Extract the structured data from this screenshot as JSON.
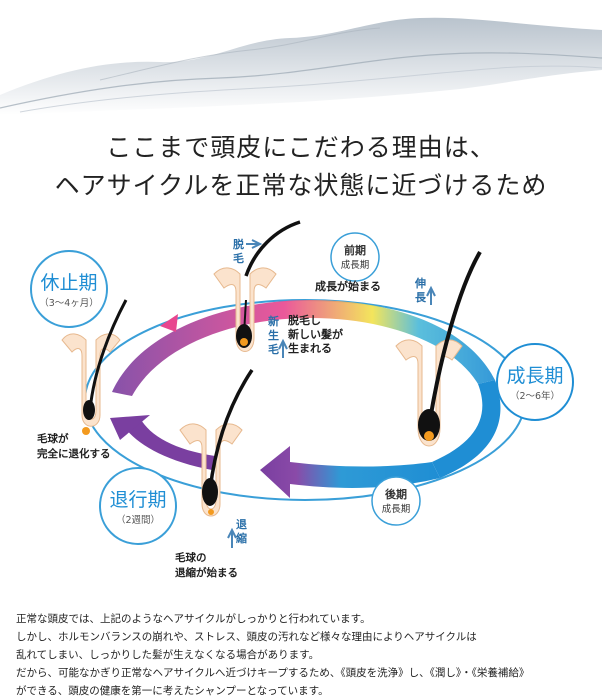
{
  "heading": {
    "line1": "ここまで頭皮にこだわる理由は、",
    "line2": "ヘアサイクルを正常な状態に近づけるため"
  },
  "phases": {
    "resting": {
      "name": "休止期",
      "period": "（3〜4ヶ月）",
      "color": "#3a9fd8"
    },
    "growth": {
      "name": "成長期",
      "period": "（2〜6年）",
      "color": "#1f8ed4"
    },
    "regression": {
      "name": "退行期",
      "period": "（2週間）",
      "color": "#3a9fd8"
    }
  },
  "labels": {
    "early_growth": [
      "前期",
      "成長期"
    ],
    "growth_start": "成長が始まる",
    "extend": [
      "伸",
      "長"
    ],
    "shed": [
      "脱",
      "毛"
    ],
    "new_hair": [
      "新",
      "生",
      "毛"
    ],
    "shed_new": [
      "脱毛し",
      "新しい髪が",
      "生まれる"
    ],
    "late_growth": [
      "後期",
      "成長期"
    ],
    "bulb_regression": [
      "毛球が",
      "完全に退化する"
    ],
    "contract": [
      "退",
      "縮"
    ],
    "bulb_contract_start": [
      "毛球の",
      "退縮が始まる"
    ]
  },
  "body_text": [
    "正常な頭皮では、上記のようなヘアサイクルがしっかりと行われています。",
    "しかし、ホルモンバランスの崩れや、ストレス、頭皮の汚れなど様々な理由によりヘアサイクルは",
    "乱れてしまい、しっかりした髪が生えなくなる場合があります。",
    "だから、可能なかぎり正常なヘアサイクルへ近づけキープするため、《頭皮を洗浄》し、《潤し》・《栄養補給》",
    "ができる、頭皮の健康を第一に考えたシャンプーとなっています。"
  ],
  "colors": {
    "blue": "#1f8ed4",
    "pink": "#e8468f",
    "purple": "#7a3fa0",
    "yellow": "#f2e24a",
    "skin": "#fbe3cd",
    "skin_edge": "#e7b98f",
    "bulb": "#f39a1f",
    "hair": "#111111",
    "circle_line": "#3a9fd8",
    "arrow_small": "#4a86b8"
  }
}
